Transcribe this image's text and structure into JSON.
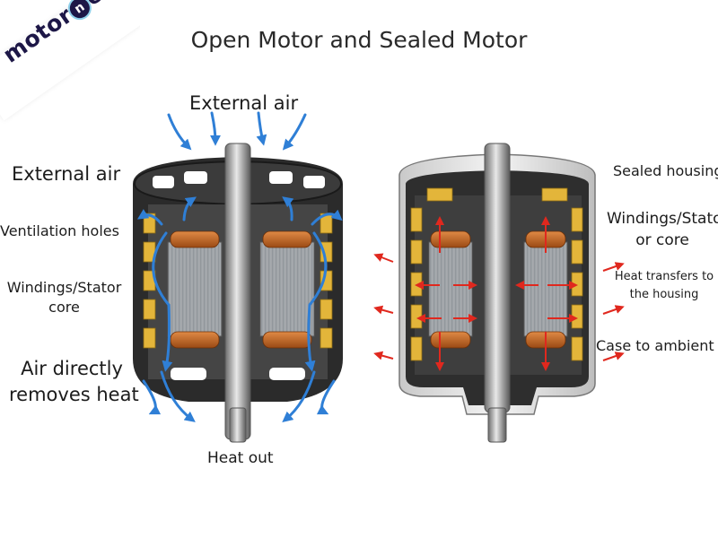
{
  "title": "Open Motor and Sealed Motor",
  "logo": {
    "text": "motor",
    "text2": "eo",
    "letter": "n"
  },
  "open_motor": {
    "top_label": "External air",
    "side_label": "External air",
    "vent_label": "Ventilation holes",
    "windings_line1": "Windings/Stator",
    "windings_line2": "core",
    "air_line1": "Air directly",
    "air_line2": "removes heat",
    "bottom_label": "Heat out"
  },
  "sealed_motor": {
    "housing_label": "Sealed housing",
    "windings_line1": "Windings/Stator",
    "windings_line2": "or core",
    "heat_line1": "Heat transfers to",
    "heat_line2": "the housing",
    "case_label": "Case to ambient"
  },
  "colors": {
    "air_arrow": "#2f7fd6",
    "heat_arrow": "#e0281e",
    "winding": "#c8641e",
    "pad": "#e3b53a",
    "body": "#2e2e2e"
  }
}
